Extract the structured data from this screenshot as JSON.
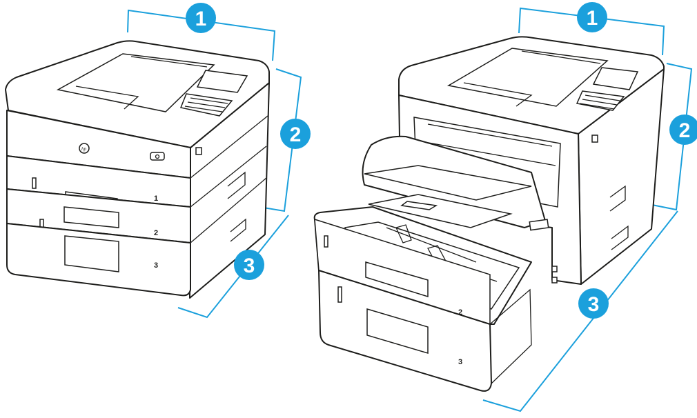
{
  "badges": {
    "left_width": "1",
    "left_depth": "2",
    "left_height": "3",
    "right_width": "1",
    "right_depth": "2",
    "right_height": "3"
  },
  "tray_labels": {
    "left_tray1": "1",
    "left_tray2": "2",
    "left_tray3": "3",
    "right_tray2": "2",
    "right_tray3": "3"
  },
  "colors": {
    "accent": "#1ba0dc",
    "line": "#1d1d1b",
    "background": "#ffffff"
  },
  "icons": {
    "brand": "hp-logo-icon",
    "power": "power-button-icon"
  }
}
